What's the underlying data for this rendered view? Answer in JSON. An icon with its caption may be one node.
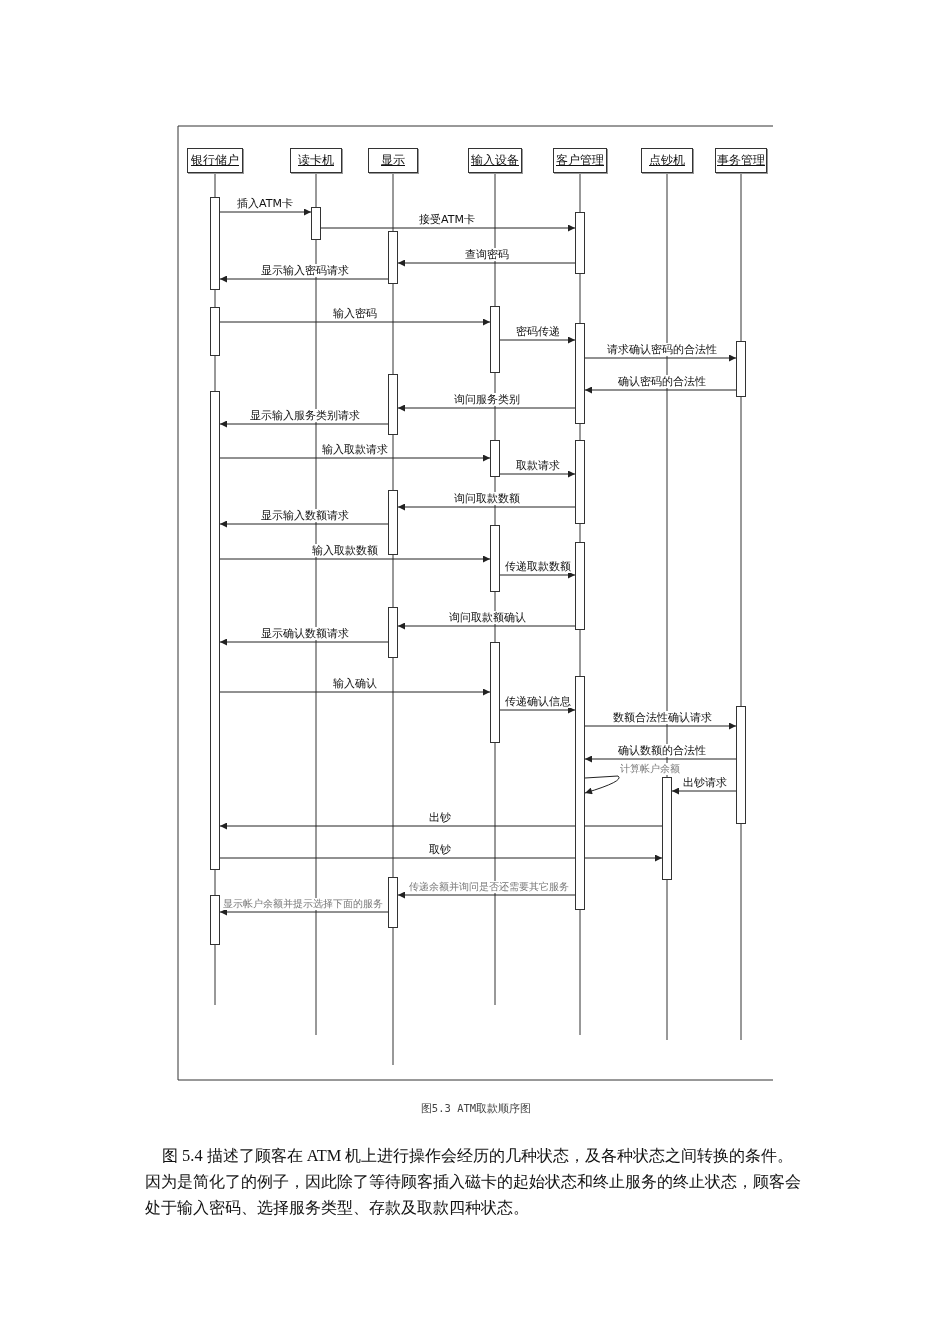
{
  "diagram": {
    "caption": "图5.3 ATM取款顺序图",
    "nodes": [
      {
        "text": [
          "银行储户"
        ]
      },
      {
        "text": [
          "读卡机"
        ]
      },
      {
        "text": [
          "显示"
        ]
      },
      {
        "text": [
          "输入设备"
        ]
      },
      {
        "text": [
          "客户管理"
        ]
      },
      {
        "text": [
          "点钞机"
        ]
      },
      {
        "text": [
          "事务管理"
        ]
      },
      {
        "text": [],
        "shape": "bar"
      },
      {
        "text": [],
        "shape": "bar"
      },
      {
        "text": [],
        "shape": "bar"
      },
      {
        "text": [],
        "shape": "bar"
      },
      {
        "text": [],
        "shape": "bar"
      },
      {
        "text": [],
        "shape": "bar"
      },
      {
        "text": [],
        "shape": "bar"
      },
      {
        "text": [],
        "shape": "bar"
      },
      {
        "text": [],
        "shape": "bar"
      },
      {
        "text": [],
        "shape": "bar"
      },
      {
        "text": [],
        "shape": "bar"
      },
      {
        "text": [],
        "shape": "bar"
      },
      {
        "text": [],
        "shape": "bar"
      },
      {
        "text": [],
        "shape": "bar"
      },
      {
        "text": [],
        "shape": "bar"
      },
      {
        "text": [],
        "shape": "bar"
      },
      {
        "text": [],
        "shape": "bar"
      },
      {
        "text": [],
        "shape": "bar"
      },
      {
        "text": [],
        "shape": "bar"
      },
      {
        "text": [],
        "shape": "bar"
      },
      {
        "text": [],
        "shape": "bar"
      },
      {
        "text": [],
        "shape": "bar"
      }
    ],
    "edges": [
      {
        "from": 7,
        "to": 11,
        "arrow": "to",
        "label": "插入ATM卡"
      },
      {
        "from": 11,
        "to": 21,
        "arrow": "to",
        "label": "接受ATM卡"
      },
      {
        "from": 21,
        "to": 12,
        "arrow": "to",
        "label": "查询密码"
      },
      {
        "from": 12,
        "to": 7,
        "arrow": "to",
        "label": "显示输入密码请求"
      },
      {
        "from": 8,
        "to": 17,
        "arrow": "to",
        "label": "输入密码"
      },
      {
        "from": 17,
        "to": 22,
        "arrow": "to",
        "label": "密码传递"
      },
      {
        "from": 22,
        "to": 27,
        "arrow": "to",
        "label": "请求确认密码的合法性"
      },
      {
        "from": 27,
        "to": 22,
        "arrow": "to",
        "label": "确认密码的合法性"
      },
      {
        "from": 22,
        "to": 13,
        "arrow": "to",
        "label": "询问服务类别"
      },
      {
        "from": 13,
        "to": 9,
        "arrow": "to",
        "label": "显示输入服务类别请求"
      },
      {
        "from": 9,
        "to": 18,
        "arrow": "to",
        "label": "输入取款请求"
      },
      {
        "from": 18,
        "to": 23,
        "arrow": "to",
        "label": "取款请求"
      },
      {
        "from": 23,
        "to": 14,
        "arrow": "to",
        "label": "询问取款数额"
      },
      {
        "from": 14,
        "to": 9,
        "arrow": "to",
        "label": "显示输入数额请求"
      },
      {
        "from": 9,
        "to": 19,
        "arrow": "to",
        "label": "输入取款数额"
      },
      {
        "from": 19,
        "to": 24,
        "arrow": "to",
        "label": "传递取款数额"
      },
      {
        "from": 24,
        "to": 15,
        "arrow": "to",
        "label": "询问取款额确认"
      },
      {
        "from": 15,
        "to": 9,
        "arrow": "to",
        "label": "显示确认数额请求"
      },
      {
        "from": 9,
        "to": 20,
        "arrow": "to",
        "label": "输入确认"
      },
      {
        "from": 20,
        "to": 25,
        "arrow": "to",
        "label": "传递确认信息"
      },
      {
        "from": 25,
        "to": 28,
        "arrow": "to",
        "label": "数额合法性确认请求"
      },
      {
        "from": 28,
        "to": 25,
        "arrow": "to",
        "label": "确认数额的合法性"
      },
      {
        "from": 25,
        "to": 25,
        "arrow": "to",
        "label": "计算帐户余额"
      },
      {
        "from": 28,
        "to": 26,
        "arrow": "to",
        "label": "出钞请求"
      },
      {
        "from": 26,
        "to": 9,
        "arrow": "to",
        "label": "出钞"
      },
      {
        "from": 9,
        "to": 26,
        "arrow": "to",
        "label": "取钞"
      },
      {
        "from": 25,
        "to": 16,
        "arrow": "to",
        "label": "传递余额并询问是否还需要其它服务"
      },
      {
        "from": 16,
        "to": 10,
        "arrow": "to",
        "label": "显示帐户余额并提示选择下面的服务"
      }
    ],
    "labels": [
      "图 5.4 描述了顾客在 ATM 机上进行操作会经历的几种状态，及各种状态之间转换的条件。因为是简化了的例子，因此除了等待顾客插入磁卡的起始状态和终止服务的终止状态，顾客会处于输入密码、选择服务类型、存款及取款四种状态。"
    ]
  }
}
